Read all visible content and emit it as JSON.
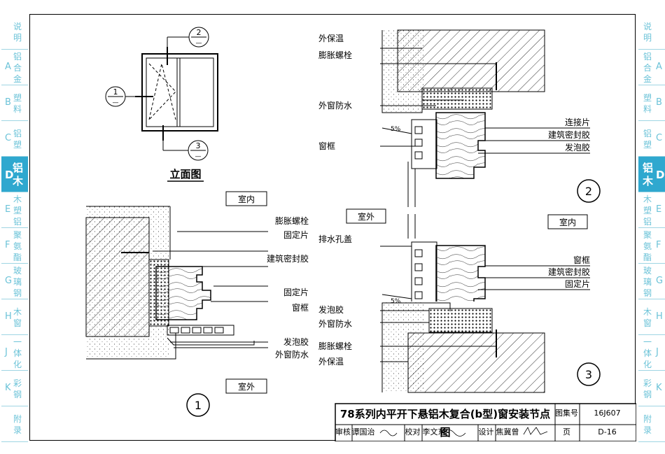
{
  "side_tabs": [
    {
      "chars": [
        "说",
        "明"
      ],
      "letter": "",
      "active": false
    },
    {
      "chars": [
        "铝",
        "合",
        "金"
      ],
      "letter": "A",
      "active": false
    },
    {
      "chars": [
        "塑",
        "料"
      ],
      "letter": "B",
      "active": false
    },
    {
      "chars": [
        "铝",
        "塑"
      ],
      "letter": "C",
      "active": false
    },
    {
      "chars": [
        "铝",
        "木"
      ],
      "letter": "D",
      "active": true
    },
    {
      "chars": [
        "木",
        "塑",
        "铝"
      ],
      "letter": "E",
      "active": false
    },
    {
      "chars": [
        "聚",
        "氨",
        "酯"
      ],
      "letter": "F",
      "active": false
    },
    {
      "chars": [
        "玻",
        "璃",
        "钢"
      ],
      "letter": "G",
      "active": false
    },
    {
      "chars": [
        "木",
        "窗"
      ],
      "letter": "H",
      "active": false
    },
    {
      "chars": [
        "一",
        "体",
        "化"
      ],
      "letter": "J",
      "active": false
    },
    {
      "chars": [
        "彩",
        "钢"
      ],
      "letter": "K",
      "active": false
    },
    {
      "chars": [
        "附",
        "录"
      ],
      "letter": "",
      "active": false
    }
  ],
  "colors": {
    "tab_text": "#6cc3d8",
    "tab_active_bg": "#2fa8cf",
    "line": "#000000"
  },
  "elevation": {
    "title": "立面图",
    "markers": [
      {
        "num": "2",
        "sub": "—"
      },
      {
        "num": "1",
        "sub": "—"
      },
      {
        "num": "3",
        "sub": "—"
      }
    ]
  },
  "detail1": {
    "number": "1",
    "indoor": "室内",
    "outdoor": "室外",
    "labels": [
      "膨胀螺栓",
      "固定片",
      "建筑密封胶",
      "固定片",
      "窗框",
      "发泡胶",
      "外窗防水"
    ]
  },
  "detail2": {
    "number": "2",
    "outdoor": "室外",
    "slope": "5%",
    "labels_left": [
      "外保温",
      "膨胀螺栓",
      "外窗防水",
      "窗框"
    ],
    "labels_right": [
      "连接片",
      "建筑密封胶",
      "发泡胶"
    ]
  },
  "detail3": {
    "number": "3",
    "indoor": "室内",
    "slope": "5%",
    "labels_left": [
      "排水孔盖",
      "发泡胶",
      "外窗防水",
      "膨胀螺栓",
      "外保温"
    ],
    "labels_right": [
      "窗框",
      "建筑密封胶",
      "固定片"
    ]
  },
  "title_block": {
    "title": "78系列内平开下悬铝木复合(b型)窗安装节点图",
    "atlas_label": "图集号",
    "atlas_value": "16J607",
    "page_label": "页",
    "page_value": "D-16",
    "review_label": "审核",
    "review_name": "谭国治",
    "check_label": "校对",
    "check_name": "李文东",
    "design_label": "设计",
    "design_name": "焦冀曾"
  }
}
